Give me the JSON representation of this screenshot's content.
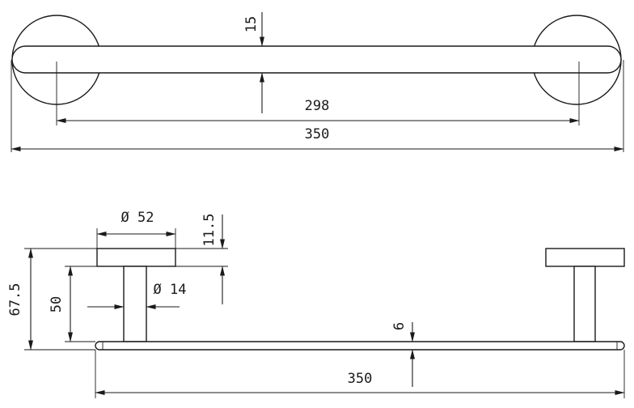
{
  "dimensions": {
    "top_rod_thickness": "15",
    "top_center_distance": "298",
    "top_overall_length": "350",
    "flange_diameter": "Ø 52",
    "flange_thickness": "11.5",
    "post_diameter": "Ø 14",
    "overall_depth": "67.5",
    "post_height": "50",
    "bar_thickness": "6",
    "bottom_overall_length": "350"
  }
}
